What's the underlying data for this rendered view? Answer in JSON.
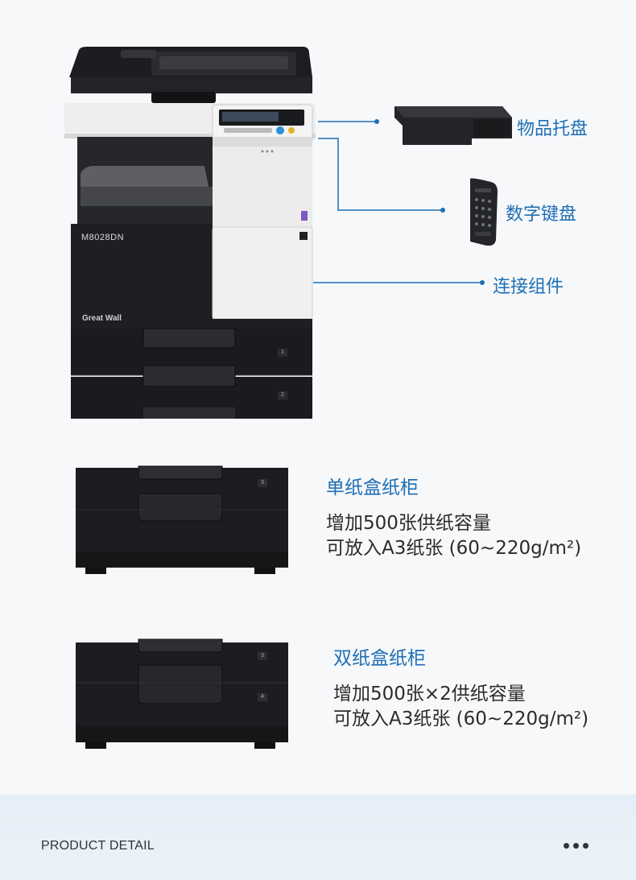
{
  "printer": {
    "model": "M8028DN",
    "brand": "Great Wall",
    "tray_numbers": [
      "1",
      "2"
    ]
  },
  "callouts": [
    {
      "label": "物品托盘"
    },
    {
      "label": "数字键盘"
    },
    {
      "label": "连接组件"
    }
  ],
  "single_cabinet": {
    "title": "单纸盒纸柜",
    "line1": "增加500张供纸容量",
    "line2": "可放入A3纸张 (60~220g/m²)",
    "tray_numbers": [
      "3"
    ]
  },
  "double_cabinet": {
    "title": "双纸盒纸柜",
    "line1": "增加500张×2供纸容量",
    "line2": "可放入A3纸张 (60~220g/m²)",
    "tray_numbers": [
      "3",
      "4"
    ]
  },
  "footer": {
    "label": "PRODUCT DETAIL",
    "menu_icon": "more-dots-icon"
  },
  "colors": {
    "accent": "#1f6fb5",
    "body_dark": "#1e1f22",
    "panel_light": "#ececec",
    "footer_bg": "#e8eff7"
  }
}
